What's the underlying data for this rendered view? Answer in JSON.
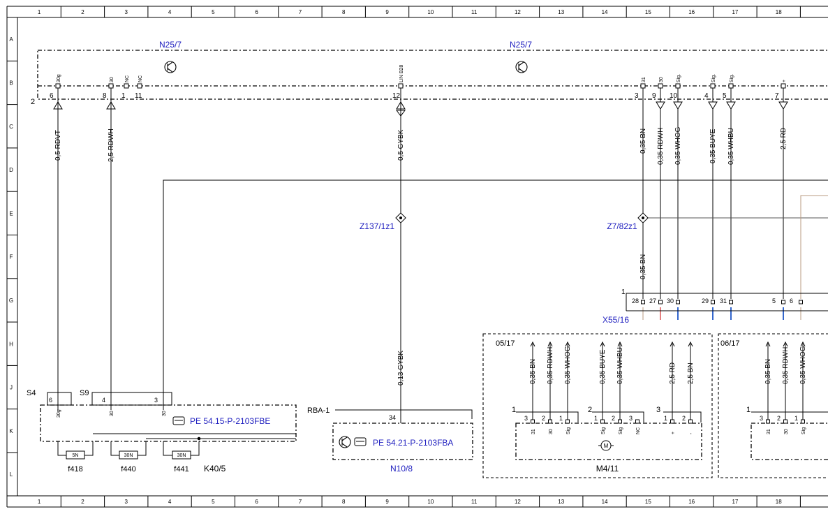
{
  "frame": {
    "cols": [
      "1",
      "2",
      "3",
      "4",
      "5",
      "6",
      "7",
      "8",
      "9",
      "10",
      "11",
      "12",
      "13",
      "14",
      "15",
      "16",
      "17",
      "18"
    ],
    "rows": [
      "A",
      "B",
      "C",
      "D",
      "E",
      "F",
      "G",
      "H",
      "J",
      "K",
      "L"
    ]
  },
  "colors": {
    "ref": "#1f1fbf",
    "line": "#000000",
    "wire_gray": "#555555",
    "wire_brown": "#b89b80",
    "wire_red": "#c80000",
    "wire_blue": "#0040c0"
  },
  "n25": {
    "left_label": "N25/7",
    "right_label": "N25/7",
    "edge_num": "2",
    "pin_signals": [
      "30g",
      "30",
      "NC",
      "NC",
      "LIN B28",
      "31",
      "30",
      "Sig.",
      "Sig.",
      "Sig.",
      "+"
    ],
    "pin_nums": [
      "6",
      "8",
      "1",
      "11",
      "12",
      "3",
      "9",
      "10",
      "4",
      "5",
      "7"
    ]
  },
  "wires": [
    "0,5 RDVT",
    "2,5 RDWH",
    "0,5 GYBK",
    "0,35 BN",
    "0,35 RDWH",
    "0,35 WHOG",
    "0,35 BUYE",
    "0,35 WHBU",
    "2,5 RD",
    "0,35 BN",
    "0,13 GYBK"
  ],
  "splices": [
    "Z137/1z1",
    "Z7/82z1"
  ],
  "x55": {
    "label": "X55/16",
    "index": "1",
    "pins": [
      "28",
      "27",
      "30",
      "29",
      "31",
      "5",
      "6"
    ]
  },
  "k40": {
    "label": "K40/5",
    "s4": "S4",
    "s9": "S9",
    "conn_pins": [
      "6",
      "4",
      "3"
    ],
    "pin_signals": [
      "30g",
      "30",
      "30"
    ],
    "ref": "PE 54.15-P-2103FBE",
    "fuse_values": [
      "5N",
      "30N",
      "30N"
    ],
    "fuse_names": [
      "f418",
      "f440",
      "f441"
    ]
  },
  "n10": {
    "label": "N10/8",
    "rba": "RBA-1",
    "pin": "34",
    "ref": "PE 54.21-P-2103FBA"
  },
  "m4": {
    "label": "M4/11",
    "sheet_ref": "05/17",
    "wires": [
      "0,35 BN",
      "0,35 RDWH",
      "0,35 WHOG",
      "0,35 BUYE",
      "0,35 WHBU",
      "2,5 RD",
      "2,5 BN"
    ],
    "group_nums": [
      "1",
      "2",
      "3"
    ],
    "pin_nums": [
      "3",
      "2",
      "1",
      "1",
      "2",
      "3",
      "1",
      "2"
    ],
    "pin_signals": [
      "31",
      "30",
      "Sig",
      "Sig",
      "Sig",
      "NC",
      "+",
      "-"
    ]
  },
  "right_block": {
    "sheet_ref": "06/17",
    "wires": [
      "0,35 BN",
      "0,35 RDWH",
      "0,35 WHOG"
    ],
    "group_num": "1",
    "pin_nums": [
      "3",
      "2",
      "1"
    ],
    "pin_signals": [
      "31",
      "30",
      "Sig"
    ]
  }
}
